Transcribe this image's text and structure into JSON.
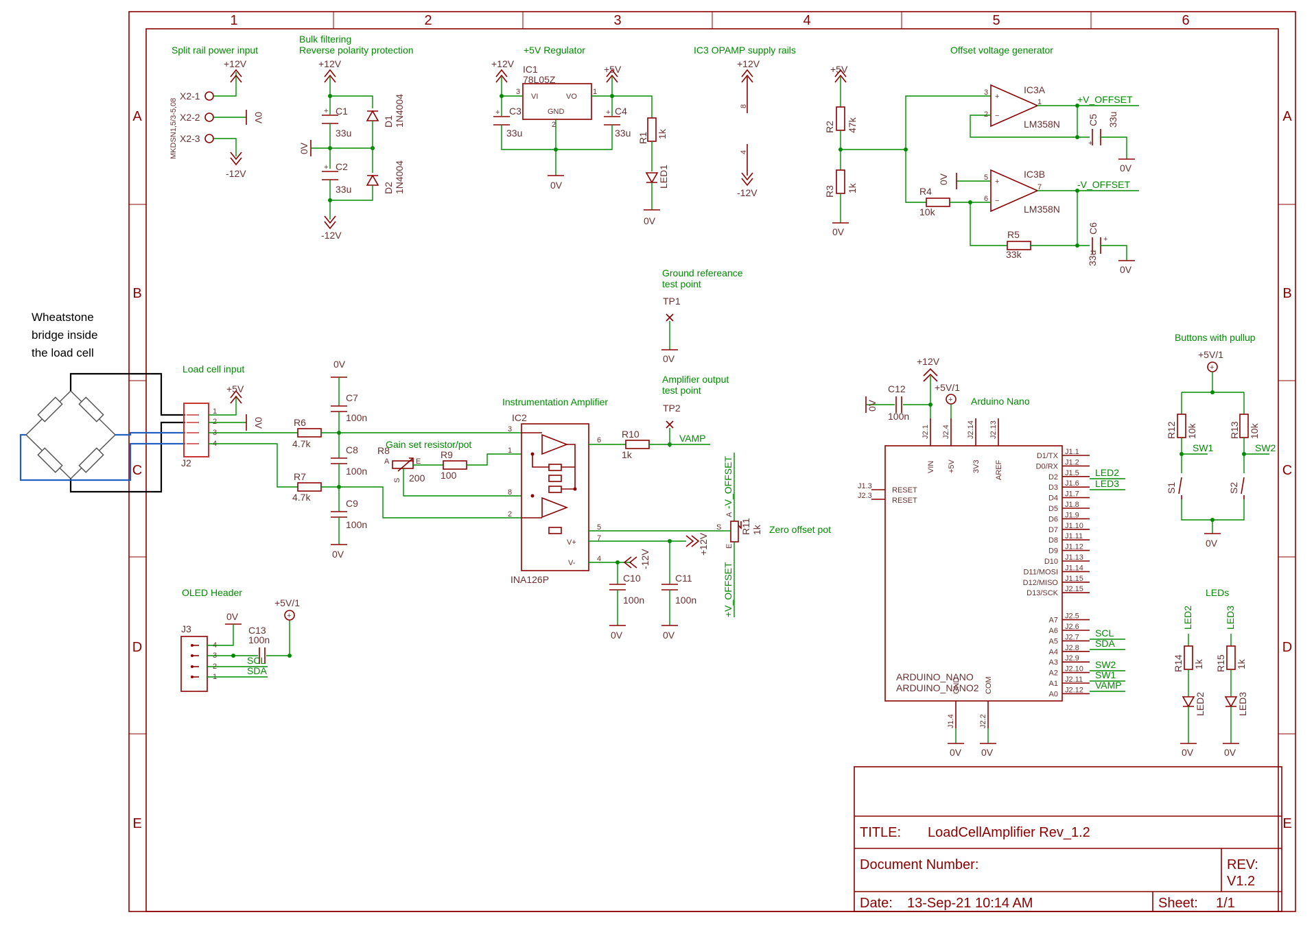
{
  "frame": {
    "cols": [
      "1",
      "2",
      "3",
      "4",
      "5",
      "6"
    ],
    "rows": [
      "A",
      "B",
      "C",
      "D",
      "E"
    ]
  },
  "titleblock": {
    "title_label": "TITLE:",
    "title": "LoadCellAmplifier Rev_1.2",
    "docnum_label": "Document Number:",
    "rev_label": "REV:",
    "rev": "V1.2",
    "date_label": "Date:",
    "date": "13-Sep-21 10:14 AM",
    "sheet_label": "Sheet:",
    "sheet": "1/1"
  },
  "annotation": {
    "wheatstone": [
      "Wheatstone",
      "bridge inside",
      "the load cell"
    ]
  },
  "sections": {
    "power": "Split rail power input",
    "bulk1": "Bulk filtering",
    "bulk2": "Reverse polarity protection",
    "reg": "+5V Regulator",
    "ic3": "IC3 OPAMP supply rails",
    "offset": "Offset voltage generator",
    "gnd1": "Ground refereance",
    "gnd2": "test point",
    "amp1": "Amplifier output",
    "amp2": "test point",
    "loadcell": "Load cell input",
    "instamp": "Instrumentation Amplifier",
    "gainset": "Gain set resistor/pot",
    "zero": "Zero offset pot",
    "oled": "OLED Header",
    "nano": "Arduino Nano",
    "buttons": "Buttons with pullup",
    "leds": "LEDs"
  },
  "rails": {
    "p12": "+12V",
    "n12": "-12V",
    "p5": "+5V",
    "p5_1": "+5V/1",
    "gnd": "0V"
  },
  "nets": {
    "vpo": "+V_OFFSET",
    "vno": "-V_OFFSET",
    "vamp": "VAMP",
    "scl": "SCL",
    "sda": "SDA",
    "sw1": "SW1",
    "sw2": "SW2",
    "led2": "LED2",
    "led3": "LED3"
  },
  "parts": {
    "x2": {
      "name": "MKDSN1,5/3-5,08",
      "p1": "X2-1",
      "p2": "X2-2",
      "p3": "X2-3"
    },
    "c1": {
      "ref": "C1",
      "val": "33u"
    },
    "c2": {
      "ref": "C2",
      "val": "33u"
    },
    "d1": {
      "ref": "D1",
      "val": "1N4004"
    },
    "d2": {
      "ref": "D2",
      "val": "1N4004"
    },
    "ic1": {
      "ref": "IC1",
      "val": "78L05Z",
      "vi": "VI",
      "vo": "VO",
      "gnd": "GND",
      "p1": "1",
      "p2": "2",
      "p3": "3"
    },
    "c3": {
      "ref": "C3",
      "val": "33u"
    },
    "c4": {
      "ref": "C4",
      "val": "33u"
    },
    "r1": {
      "ref": "R1",
      "val": "1k"
    },
    "led1": {
      "ref": "LED1"
    },
    "ic3p": {
      "p8": "8",
      "p4": "4"
    },
    "r2": {
      "ref": "R2",
      "val": "47k"
    },
    "r3": {
      "ref": "R3",
      "val": "1k"
    },
    "ic3a": {
      "ref": "IC3A",
      "val": "LM358N",
      "p1": "1",
      "p2": "2",
      "p3": "3"
    },
    "ic3b": {
      "ref": "IC3B",
      "val": "LM358N",
      "p5": "5",
      "p6": "6",
      "p7": "7"
    },
    "c5": {
      "ref": "C5",
      "val": "33u"
    },
    "c6": {
      "ref": "C6",
      "val": "33u"
    },
    "r4": {
      "ref": "R4",
      "val": "10k"
    },
    "r5": {
      "ref": "R5",
      "val": "33k"
    },
    "tp1": {
      "ref": "TP1"
    },
    "tp2": {
      "ref": "TP2"
    },
    "j2": {
      "ref": "J2",
      "pins": [
        "1",
        "2",
        "3",
        "4"
      ]
    },
    "r6": {
      "ref": "R6",
      "val": "4.7k"
    },
    "r7": {
      "ref": "R7",
      "val": "4.7k"
    },
    "c7": {
      "ref": "C7",
      "val": "100n"
    },
    "c8": {
      "ref": "C8",
      "val": "100n"
    },
    "c9": {
      "ref": "C9",
      "val": "100n"
    },
    "r8": {
      "ref": "R8",
      "val": "200",
      "a": "A",
      "e": "E",
      "s": "S"
    },
    "r9": {
      "ref": "R9",
      "val": "100"
    },
    "ic2": {
      "ref": "IC2",
      "val": "INA126P",
      "p1": "1",
      "p2": "2",
      "p3": "3",
      "p4": "4",
      "p5": "5",
      "p6": "6",
      "p7": "7",
      "p8": "8",
      "vp": "V+",
      "vm": "V-"
    },
    "r10": {
      "ref": "R10",
      "val": "1k"
    },
    "c10": {
      "ref": "C10",
      "val": "100n"
    },
    "c11": {
      "ref": "C11",
      "val": "100n"
    },
    "r11": {
      "ref": "R11",
      "val": "1k",
      "a": "A",
      "e": "E",
      "s": "S"
    },
    "j3": {
      "ref": "J3",
      "pins": [
        "4",
        "3",
        "2",
        "1"
      ]
    },
    "c13": {
      "ref": "C13",
      "val": "100n"
    },
    "c12": {
      "ref": "C12",
      "val": "100n"
    },
    "nano": {
      "t1": "ARDUINO_NANO",
      "t2": "ARDUINO_NANO2",
      "top": [
        "VIN",
        "+5V",
        "3V3",
        "AREF"
      ],
      "topj": [
        "J2.1",
        "J2.4",
        "J2.14",
        "J2.13"
      ],
      "reset": [
        "RESET",
        "RESET"
      ],
      "resetj": [
        "J1.3",
        "J2.3"
      ],
      "rp": [
        "D1/TX",
        "D0/RX",
        "D2",
        "D3",
        "D4",
        "D5",
        "D6",
        "D7",
        "D8",
        "D9",
        "D10",
        "D11/MOSI",
        "D12/MISO",
        "D13/SCK",
        "A7",
        "A6",
        "A5",
        "A4",
        "A3",
        "A2",
        "A1",
        "A0"
      ],
      "rj": [
        "J1.1",
        "J1.2",
        "J1.5",
        "J1.6",
        "J1.7",
        "J1.8",
        "J1.9",
        "J1.10",
        "J1.11",
        "J1.12",
        "J1.13",
        "J1.14",
        "J1.15",
        "J2.15",
        "J2.5",
        "J2.6",
        "J2.7",
        "J2.8",
        "J2.9",
        "J2.10",
        "J2.11",
        "J2.12"
      ],
      "gnd": [
        "GND",
        "COM"
      ],
      "gndj": [
        "J1.4",
        "J2.2"
      ]
    },
    "r12": {
      "ref": "R12",
      "val": "10k"
    },
    "r13": {
      "ref": "R13",
      "val": "10k"
    },
    "s1": {
      "ref": "S1"
    },
    "s2": {
      "ref": "S2"
    },
    "r14": {
      "ref": "R14",
      "val": "1k"
    },
    "r15": {
      "ref": "R15",
      "val": "1k"
    },
    "led2": {
      "ref": "LED2"
    },
    "led3": {
      "ref": "LED3"
    }
  }
}
